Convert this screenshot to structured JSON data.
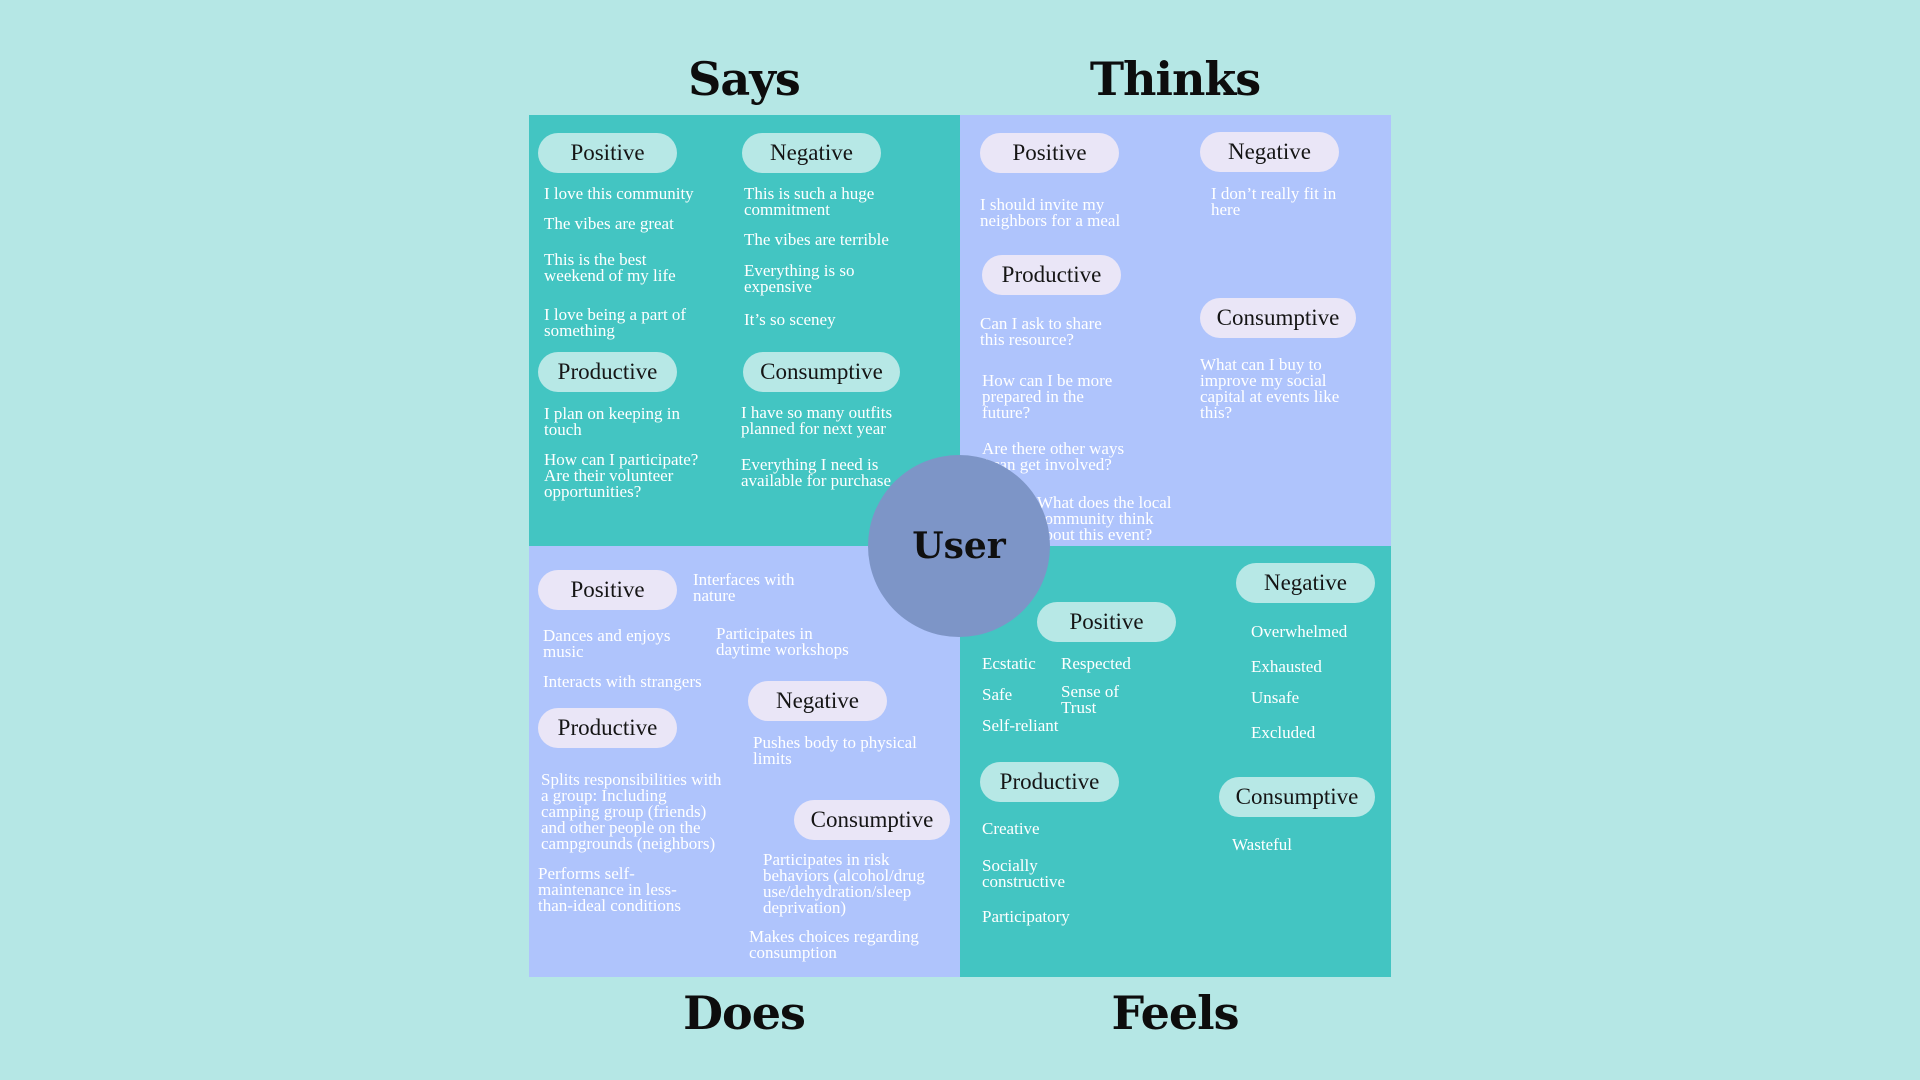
{
  "headings": {
    "says": "Says",
    "thinks": "Thinks",
    "does": "Does",
    "feels": "Feels"
  },
  "center": "User",
  "colors": {
    "background": "#b5e7e5",
    "teal": "#43c5c2",
    "lavender": "#afc4fc",
    "circle": "#7d95c7"
  },
  "says": {
    "positive": {
      "label": "Positive",
      "items": [
        "I love this community",
        "The vibes are great",
        "This is the best\nweekend of my life",
        "I love being a part of\nsomething"
      ]
    },
    "negative": {
      "label": "Negative",
      "items": [
        "This is such a huge\ncommitment",
        "The vibes are terrible",
        "Everything is so\nexpensive",
        "It’s so sceney"
      ]
    },
    "productive": {
      "label": "Productive",
      "items": [
        "I plan on keeping in\ntouch",
        "How can I participate?\nAre their volunteer\nopportunities?"
      ]
    },
    "consumptive": {
      "label": "Consumptive",
      "items": [
        "I have so many outfits\nplanned for next year",
        "Everything I need is\navailable for purchase"
      ]
    }
  },
  "thinks": {
    "positive": {
      "label": "Positive",
      "items": [
        "I should invite my\nneighbors for a meal"
      ]
    },
    "negative": {
      "label": "Negative",
      "items": [
        "I don’t really fit in\nhere"
      ]
    },
    "productive": {
      "label": "Productive",
      "items": [
        "Can I ask to share\nthis resource?",
        "How can I be more\nprepared in the\nfuture?",
        "Are there other ways\nI can get involved?",
        "What does the local\ncommunity think\nabout this event?"
      ]
    },
    "consumptive": {
      "label": "Consumptive",
      "items": [
        "What can I buy to\nimprove my social\ncapital at events like\nthis?"
      ]
    }
  },
  "does": {
    "positive": {
      "label": "Positive",
      "items": [
        "Interfaces with\nnature",
        "Dances and enjoys\nmusic",
        "Participates in\ndaytime workshops",
        "Interacts with strangers"
      ]
    },
    "negative": {
      "label": "Negative",
      "items": [
        "Pushes body to physical\nlimits"
      ]
    },
    "productive": {
      "label": "Productive",
      "items": [
        "Splits responsibilities with\na group: Including\ncamping group (friends)\nand other people on the\ncampgrounds (neighbors)",
        "Performs self-\nmaintenance in less-\nthan-ideal conditions"
      ]
    },
    "consumptive": {
      "label": "Consumptive",
      "items": [
        "Participates in risk\nbehaviors (alcohol/drug\nuse/dehydration/sleep\ndeprivation)",
        "Makes choices regarding\nconsumption"
      ]
    }
  },
  "feels": {
    "positive": {
      "label": "Positive",
      "items": [
        "Ecstatic",
        "Respected",
        "Safe",
        "Sense of\nTrust",
        "Self-reliant"
      ]
    },
    "negative": {
      "label": "Negative",
      "items": [
        "Overwhelmed",
        "Exhausted",
        "Unsafe",
        "Excluded"
      ]
    },
    "productive": {
      "label": "Productive",
      "items": [
        "Creative",
        "Socially\nconstructive",
        "Participatory"
      ]
    },
    "consumptive": {
      "label": "Consumptive",
      "items": [
        "Wasteful"
      ]
    }
  }
}
